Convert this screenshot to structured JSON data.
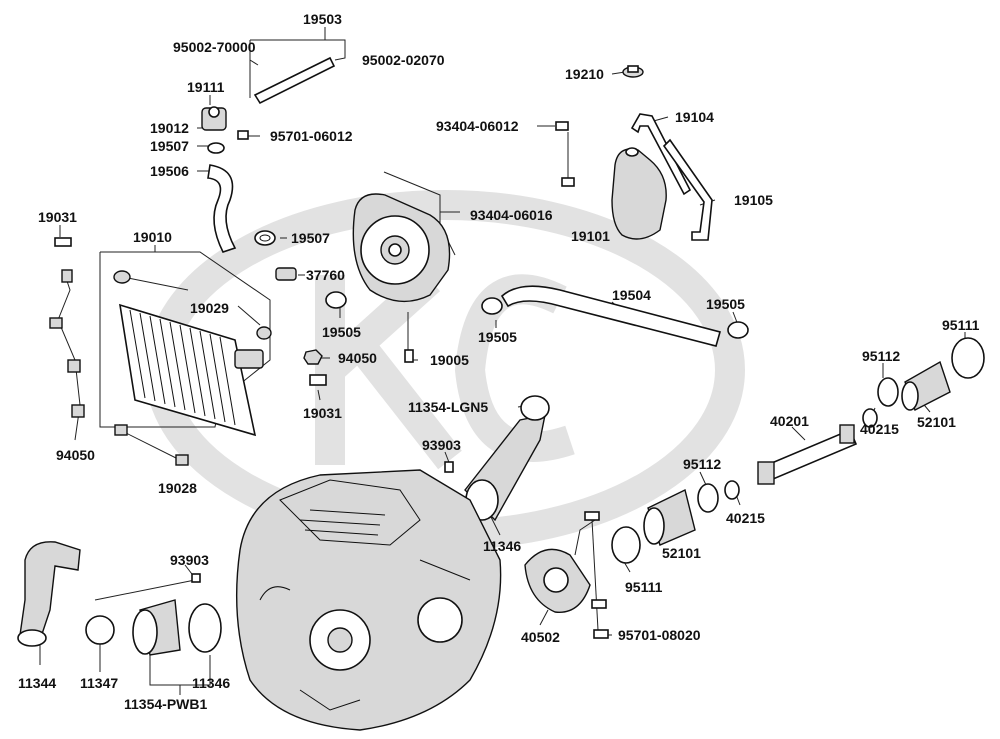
{
  "labels": {
    "p19503": "19503",
    "p95002_70000": "95002-70000",
    "p95002_02070": "95002-02070",
    "p19210": "19210",
    "p19111": "19111",
    "p19012": "19012",
    "p95701_06012": "95701-06012",
    "p19507a": "19507",
    "p19506": "19506",
    "p93404_06012": "93404-06012",
    "p19104": "19104",
    "p19105": "19105",
    "p19101": "19101",
    "p93404_06016": "93404-06016",
    "p19031a": "19031",
    "p19010": "19010",
    "p19507b": "19507",
    "p37760": "37760",
    "p19029": "19029",
    "p19505a": "19505",
    "p19504": "19504",
    "p19505b": "19505",
    "p19505c": "19505",
    "p95111a": "95111",
    "p94050a": "94050",
    "p19005": "19005",
    "p95112a": "95112",
    "p19031b": "19031",
    "p11354_lgn5": "11354-LGN5",
    "p40201": "40201",
    "p40215a": "40215",
    "p52101a": "52101",
    "p94050b": "94050",
    "p19028": "19028",
    "p93903a": "93903",
    "p95112b": "95112",
    "p40215b": "40215",
    "p11346a": "11346",
    "p52101b": "52101",
    "p93903b": "93903",
    "p95111b": "95111",
    "p40502": "40502",
    "p95701_08020": "95701-08020",
    "p11344": "11344",
    "p11347": "11347",
    "p11346b": "11346",
    "p11354_pwb1": "11354-PWB1"
  },
  "watermark": "logo"
}
